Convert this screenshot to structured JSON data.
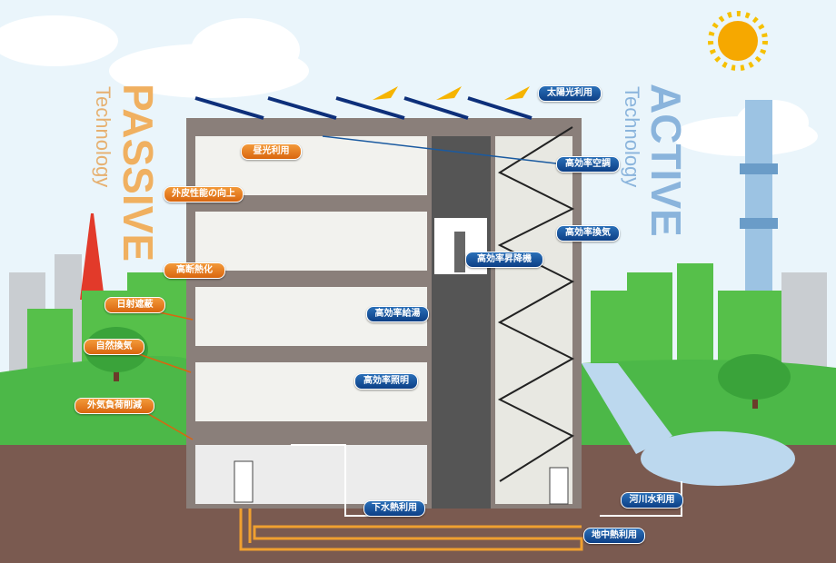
{
  "headings": {
    "passive": {
      "title": "PASSIVE",
      "subtitle": "Technology",
      "color": "#f0b060"
    },
    "active": {
      "title": "ACTIVE",
      "subtitle": "Technology",
      "color": "#8ab4dc"
    }
  },
  "active_labels": [
    {
      "id": "solar",
      "label": "太陽光利用"
    },
    {
      "id": "hvac",
      "label": "高効率空調"
    },
    {
      "id": "ventilation",
      "label": "高効率換気"
    },
    {
      "id": "elevator",
      "label": "高効率昇降機"
    },
    {
      "id": "hot-water",
      "label": "高効率給湯"
    },
    {
      "id": "lighting",
      "label": "高効率照明"
    },
    {
      "id": "sewage-heat",
      "label": "下水熱利用"
    },
    {
      "id": "geothermal",
      "label": "地中熱利用"
    },
    {
      "id": "river-water",
      "label": "河川水利用"
    }
  ],
  "passive_labels": [
    {
      "id": "daylight",
      "label": "昼光利用"
    },
    {
      "id": "envelope",
      "label": "外皮性能の向上"
    },
    {
      "id": "insulation",
      "label": "高断熱化"
    },
    {
      "id": "shading",
      "label": "日射遮蔽"
    },
    {
      "id": "natural-vent",
      "label": "自然換気"
    },
    {
      "id": "outdoor-load",
      "label": "外気負荷削減"
    }
  ],
  "colors": {
    "active": "#0d3f86",
    "passive": "#d9660f",
    "building": "#8a7f7a",
    "greenery": "#4cb848",
    "ground": "#7a5a50"
  }
}
